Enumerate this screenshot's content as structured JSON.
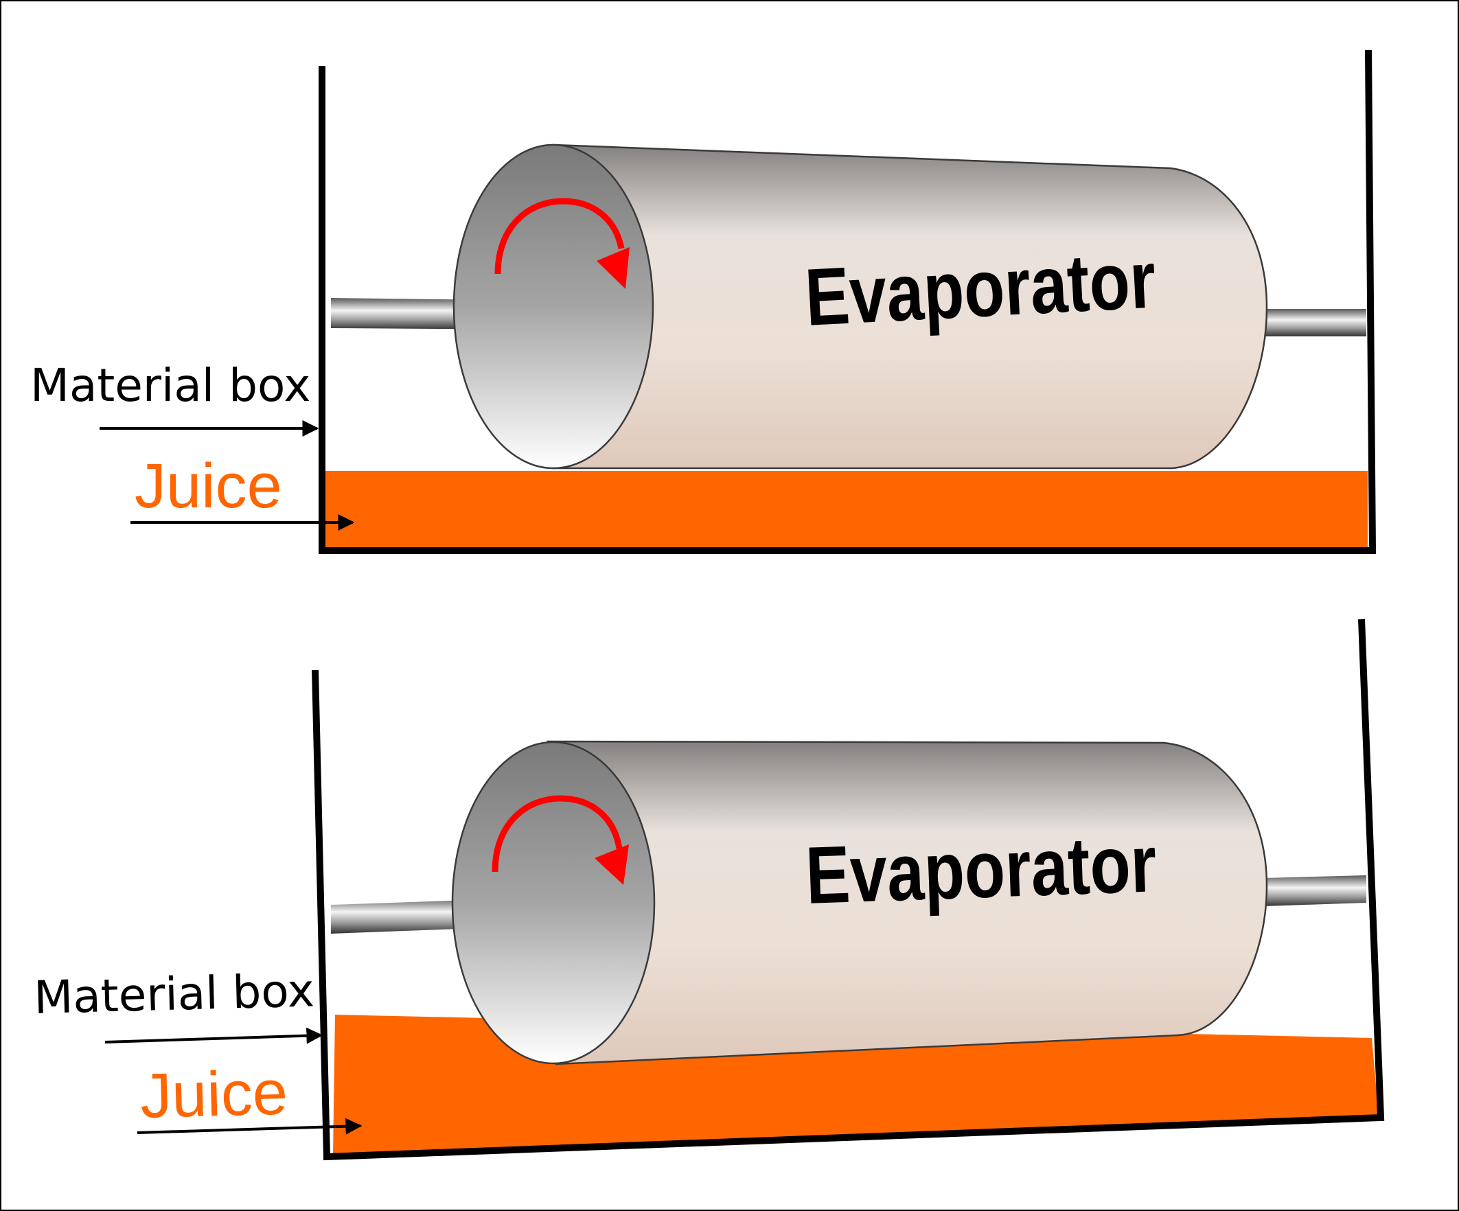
{
  "colors": {
    "juice": "#FF6600",
    "rotation_arrow": "#FF0000",
    "box_wall": "#000000"
  },
  "icons": [
    "rotation-arrow-icon",
    "pointer-arrow-icon"
  ],
  "panels": [
    {
      "state": "level",
      "evaporator_label": "Evaporator",
      "material_box_label": "Material box",
      "juice_label": "Juice"
    },
    {
      "state": "tilted",
      "evaporator_label": "Evaporator",
      "material_box_label": "Material box",
      "juice_label": "Juice"
    }
  ]
}
